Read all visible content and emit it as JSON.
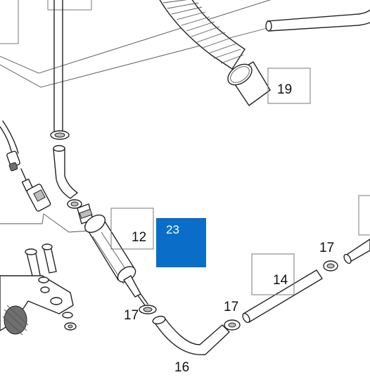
{
  "callouts": [
    {
      "id": "19",
      "label": "19"
    },
    {
      "id": "12",
      "label": "12"
    },
    {
      "id": "23",
      "label": "23",
      "highlighted": true
    },
    {
      "id": "14",
      "label": "14"
    },
    {
      "id": "17a",
      "label": "17"
    },
    {
      "id": "17b",
      "label": "17"
    },
    {
      "id": "17c",
      "label": "17"
    },
    {
      "id": "16",
      "label": "16"
    }
  ],
  "colors": {
    "highlight": "#0a6ec8",
    "highlight_text": "#ffffff",
    "line": "#222222",
    "callout_box": "#7a7a7a"
  }
}
